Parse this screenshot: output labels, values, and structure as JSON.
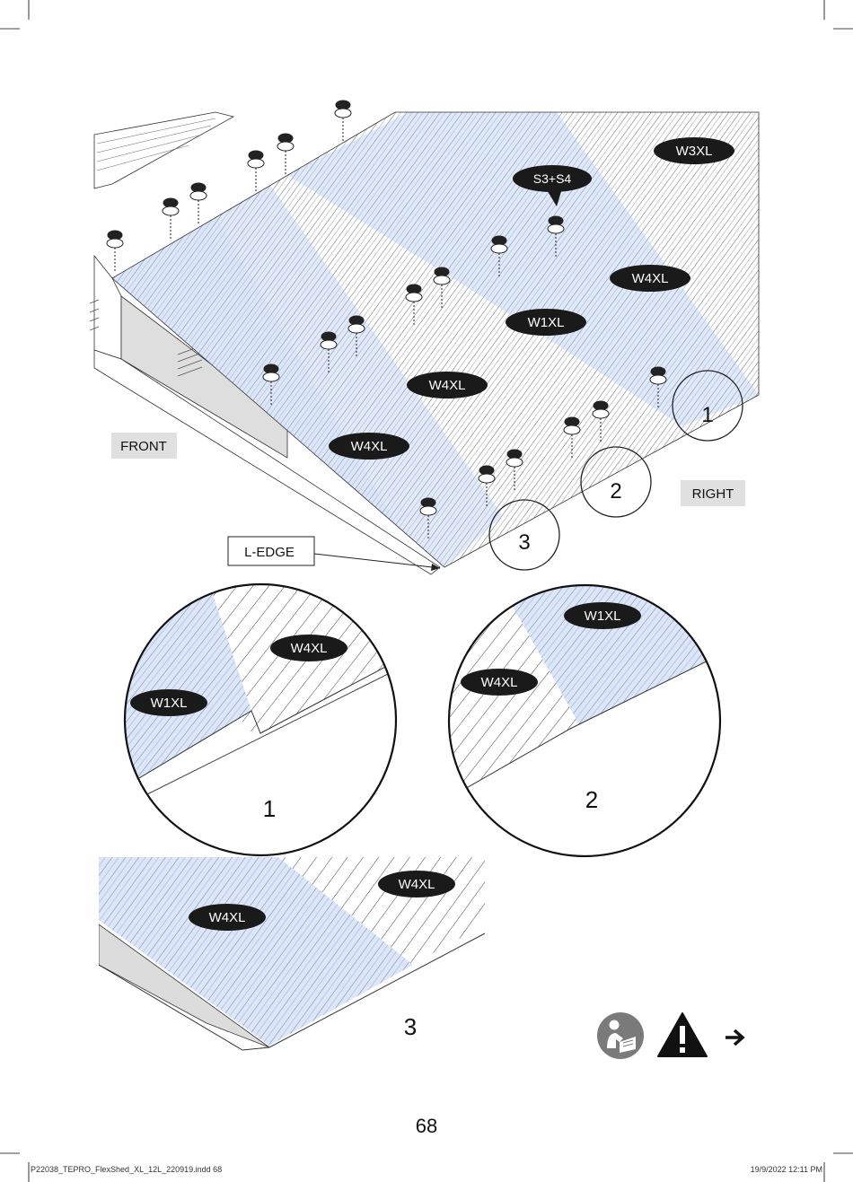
{
  "main_view": {
    "labels": {
      "w3xl": "W3XL",
      "s3s4": "S3+S4",
      "w4xl_right": "W4XL",
      "w1xl": "W1XL",
      "w4xl_mid": "W4XL",
      "w4xl_left": "W4XL",
      "front": "FRONT",
      "right": "RIGHT",
      "l_edge": "L-EDGE"
    },
    "callouts": [
      "1",
      "2",
      "3"
    ]
  },
  "detail_1": {
    "number": "1",
    "label_top": "W4XL",
    "label_left": "W1XL"
  },
  "detail_2": {
    "number": "2",
    "label_top": "W1XL",
    "label_left": "W4XL"
  },
  "detail_3": {
    "number": "3",
    "label_right": "W4XL",
    "label_left": "W4XL"
  },
  "icons": [
    "read-manual-icon",
    "warning-icon",
    "arrow-right-icon"
  ],
  "colors": {
    "panel_blue": "#dde6f7",
    "blue_ridge": "#6f86c6",
    "label_bg": "#1a1a1a",
    "tag_bg": "#e0e0e0"
  },
  "page_number": "68",
  "footer": {
    "file": "P22038_TEPRO_FlexShed_XL_12L_220919.indd   68",
    "date": "19/9/2022   12:11 PM"
  }
}
